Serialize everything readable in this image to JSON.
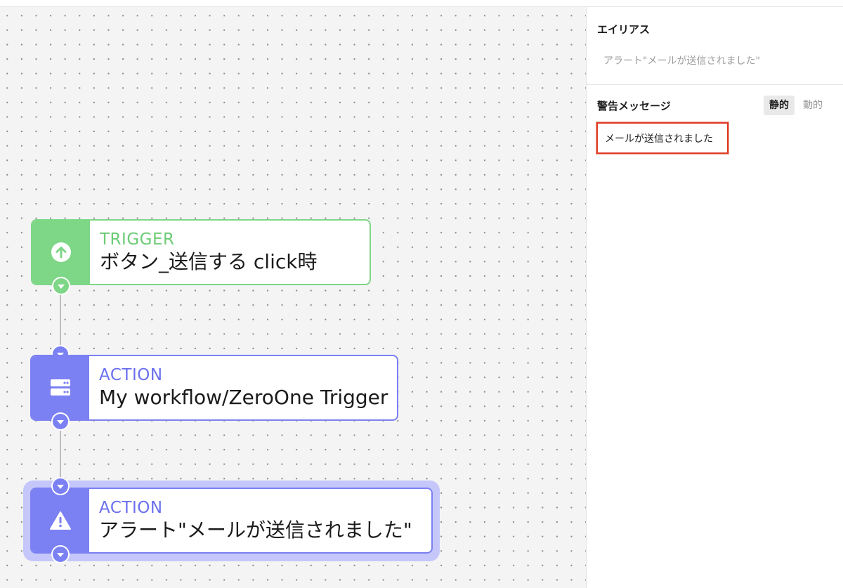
{
  "canvas": {
    "nodes": [
      {
        "kind": "TRIGGER",
        "title": "ボタン_送信する click時",
        "icon": "arrow-up-circle-icon"
      },
      {
        "kind": "ACTION",
        "title": "My workflow/ZeroOne Trigger",
        "icon": "server-icon"
      },
      {
        "kind": "ACTION",
        "title": "アラート\"メールが送信されました\"",
        "icon": "warning-icon",
        "selected": true
      }
    ]
  },
  "panel": {
    "alias_label": "エイリアス",
    "alias_placeholder": "アラート\"メールが送信されました\"",
    "message_label": "警告メッセージ",
    "mode_static": "静的",
    "mode_dynamic": "動的",
    "mode_selected": "静的",
    "message_value": "メールが送信されました"
  },
  "colors": {
    "trigger": "#7ed687",
    "action": "#7b80f2",
    "selected_halo": "#c5c7fb",
    "highlight_border": "#de3b27"
  }
}
